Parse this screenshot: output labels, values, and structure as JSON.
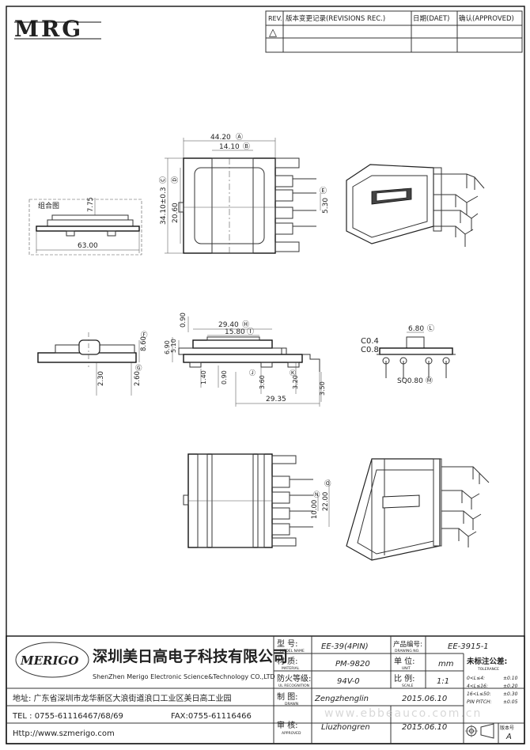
{
  "logo": {
    "text": "MRG"
  },
  "revision_table": {
    "headers": [
      "REV.",
      "版本变更记录(REVISIONS REC.)",
      "日期(DAET)",
      "确认(APPROVED)"
    ],
    "rev_symbol": "△"
  },
  "drawing": {
    "top_view": {
      "width": "44.20",
      "width_tag": "Ⓐ",
      "inner": "14.10",
      "inner_tag": "Ⓑ",
      "height": "34.10±0.3",
      "height_tag": "Ⓒ",
      "window": "20.60",
      "window_tag": "Ⓓ",
      "pitch": "5.30",
      "pitch_tag": "Ⓔ"
    },
    "assembly_view": {
      "label": "组合图",
      "height": "7.75",
      "width": "63.00"
    },
    "side_view_left": {
      "h1": "8.60",
      "h1_tag": "Ⓕ",
      "h2": "2.30",
      "h3": "2.60",
      "h3_tag": "Ⓖ"
    },
    "side_view_mid": {
      "top": "0.90",
      "w1": "29.40",
      "w1_tag": "Ⓗ",
      "w2": "15.80",
      "w2_tag": "Ⓘ",
      "h1": "6.90",
      "h2": "5.10",
      "h3": "1.40",
      "h4": "0.90",
      "h5": "3.60",
      "h5_tag": "Ⓙ",
      "h6": "3.20",
      "h6_tag": "Ⓚ",
      "h7": "3.50",
      "total": "29.35"
    },
    "end_view": {
      "c1": "C0.4",
      "c2": "C0.8",
      "w": "6.80",
      "w_tag": "Ⓛ",
      "pin": "SQ0.80",
      "pin_tag": "Ⓜ"
    },
    "bottom_view": {
      "d1": "10.00",
      "d1_tag": "Ⓝ",
      "d2": "22.00",
      "d2_tag": "Ⓞ"
    }
  },
  "title_block": {
    "company_cn": "深圳美日高电子科技有限公司",
    "company_en": "ShenZhen Merigo Electronic Science&Technology CO.,LTD",
    "logo_text": "MERIGO",
    "address": "地址: 广东省深圳市龙华新区大浪街道浪口工业区美日高工业园",
    "tel": "TEL : 0755-61116467/68/69",
    "fax": "FAX:0755-61116466",
    "website": "Http://www.szmerigo.com",
    "model_label": "型  号:",
    "model_label_en": "MODEL NAME",
    "model_value": "EE-39(4PIN)",
    "drawing_no_label": "产品编号:",
    "drawing_no_label_en": "DRAWING NO.",
    "drawing_no_value": "EE-3915-1",
    "material_label": "材  质:",
    "material_label_en": "MATERIAL",
    "material_value": "PM-9820",
    "unit_label": "单  位:",
    "unit_label_en": "UNIT",
    "unit_value": "mm",
    "flame_label": "防火等级:",
    "flame_label_en": "UL RECOGNITION",
    "flame_value": "94V-0",
    "scale_label": "比  例:",
    "scale_label_en": "SCALE",
    "scale_value": "1:1",
    "drawn_label": "制  图:",
    "drawn_label_en": "DRAWN",
    "drawn_value": "Zengzhenglin",
    "drawn_date": "2015.06.10",
    "approved_label": "审  核:",
    "approved_label_en": "APPROVED",
    "approved_value": "Liuzhongren",
    "approved_date": "2015.06.10",
    "tolerance_title": "未标注公差:",
    "tolerance_title_en": "TOLERANCE",
    "tolerance_rows": [
      {
        "range": "0<L≤4:",
        "tol": "±0.10"
      },
      {
        "range": "4<L≤16:",
        "tol": "±0.20"
      },
      {
        "range": "16<L≤50:",
        "tol": "±0.30"
      },
      {
        "range": "PIN PITCH:",
        "tol": "±0.05"
      }
    ],
    "version_label": "版本号",
    "version_value": "A",
    "watermark": "www.ebbeauco.com.cn"
  }
}
